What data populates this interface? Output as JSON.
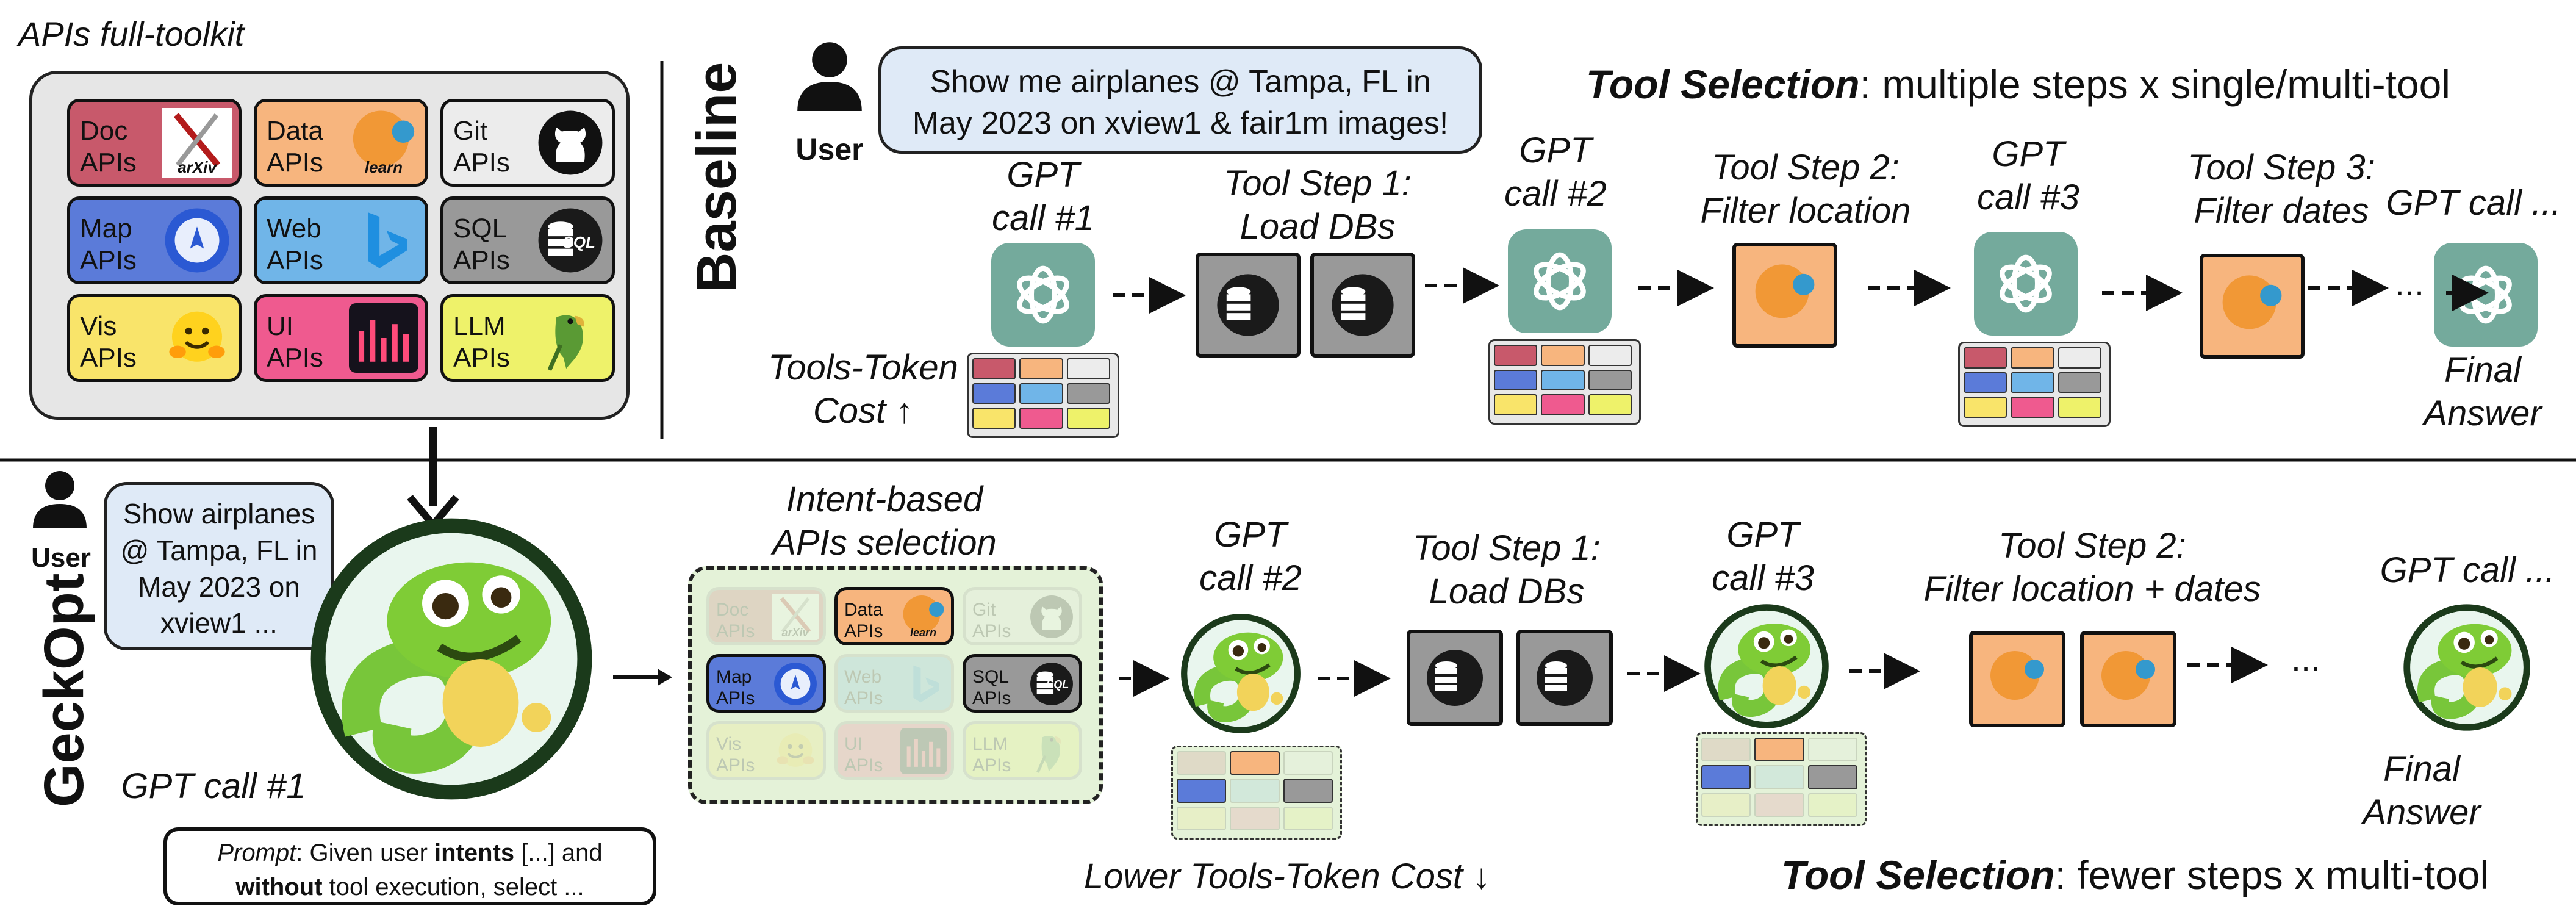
{
  "toolkit": {
    "title": "APIs full-toolkit",
    "tiles": [
      {
        "label": "Doc\nAPIs",
        "color": "#c8596b",
        "icon": "arxiv-logo",
        "icon_text": "arXiv"
      },
      {
        "label": "Data\nAPIs",
        "color": "#f7b57e",
        "icon": "sklearn-logo",
        "icon_text": "learn"
      },
      {
        "label": "Git\nAPIs",
        "color": "#ececec",
        "icon": "github-logo"
      },
      {
        "label": "Map\nAPIs",
        "color": "#5b7bd9",
        "icon": "maps-logo"
      },
      {
        "label": "Web\nAPIs",
        "color": "#70b5e8",
        "icon": "bing-logo"
      },
      {
        "label": "SQL\nAPIs",
        "color": "#999999",
        "icon": "sql-logo",
        "icon_text": "SQL"
      },
      {
        "label": "Vis\nAPIs",
        "color": "#f9e46a",
        "icon": "huggingface-logo"
      },
      {
        "label": "UI\nAPIs",
        "color": "#ef5a8f",
        "icon": "ui-chart-logo"
      },
      {
        "label": "LLM\nAPIs",
        "color": "#eef26a",
        "icon": "parrot-logo"
      }
    ]
  },
  "baseline": {
    "section_label": "Baseline",
    "user_label": "User",
    "user_query": "Show me airplanes @ Tampa, FL in\nMay 2023 on xview1 & fair1m images!",
    "tool_selection_bold": "Tool Selection",
    "tool_selection_rest": ": multiple steps x single/multi-tool",
    "tools_token_cost": "Tools-Token\nCost ↑",
    "gpt1": "GPT\ncall #1",
    "step1": "Tool Step 1:\nLoad DBs",
    "gpt2": "GPT\ncall #2",
    "step2": "Tool Step 2:\nFilter location",
    "gpt3": "GPT\ncall #3",
    "step3": "Tool Step 3:\nFilter dates",
    "gpt_more": "GPT call ...",
    "ellipsis": "...",
    "final": "Final\nAnswer"
  },
  "geckopt": {
    "section_label": "GeckOpt",
    "user_label": "User",
    "user_query": "Show airplanes\n@ Tampa, FL in\nMay 2023 on\nxview1 ...",
    "gpt1": "GPT call #1",
    "prompt_label": "Prompt",
    "prompt_a": ": Given user ",
    "prompt_intents": "intents",
    "prompt_b": " [...] and",
    "prompt_without": "without",
    "prompt_c": " tool execution, select ...",
    "intent_title": "Intent-based\nAPIs selection",
    "gpt2": "GPT\ncall #2",
    "step1": "Tool Step 1:\nLoad DBs",
    "gpt3": "GPT\ncall #3",
    "step2": "Tool Step 2:\nFilter location + dates",
    "gpt_more": "GPT call ...",
    "ellipsis": "...",
    "final": "Final\nAnswer",
    "lower_cost": "Lower Tools-Token Cost ↓",
    "tool_selection_bold": "Tool Selection",
    "tool_selection_rest": ": fewer steps x multi-tool"
  },
  "colors": {
    "gpt_green": "#74aa9c",
    "sql_gray": "#999999",
    "sklearn_orange": "#f7b57e",
    "panel_bg": "#e6e6e6",
    "intent_bg": "#e4f2d8"
  }
}
